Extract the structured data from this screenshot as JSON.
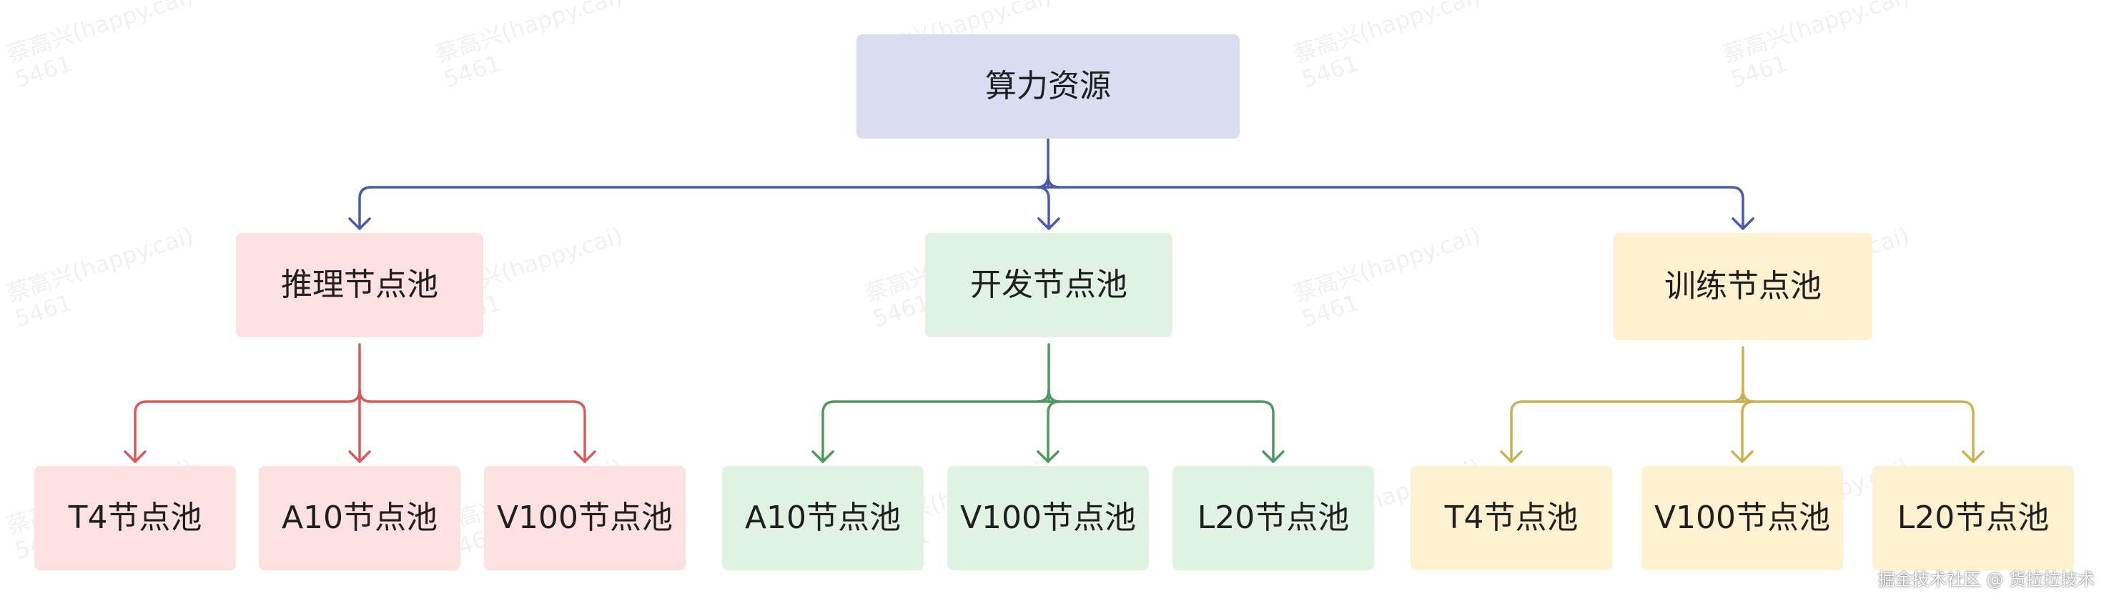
{
  "root": {
    "label": "算力资源",
    "color": "#d8ddf2"
  },
  "groups": [
    {
      "label": "推理节点池",
      "fill": "#fde1e1",
      "line": "#d55b5b",
      "children": [
        "T4节点池",
        "A10节点池",
        "V100节点池"
      ]
    },
    {
      "label": "开发节点池",
      "fill": "#e0f3e3",
      "line": "#4e9a5e",
      "children": [
        "A10节点池",
        "V100节点池",
        "L20节点池"
      ]
    },
    {
      "label": "训练节点池",
      "fill": "#fdf1cf",
      "line": "#cbb152",
      "children": [
        "T4节点池",
        "V100节点池",
        "L20节点池"
      ]
    }
  ],
  "root_line_color": "#4a5aa8",
  "watermark": "蔡高兴(happy.cai)\n5461",
  "footer": "掘金技术社区 @ 货拉拉技术"
}
